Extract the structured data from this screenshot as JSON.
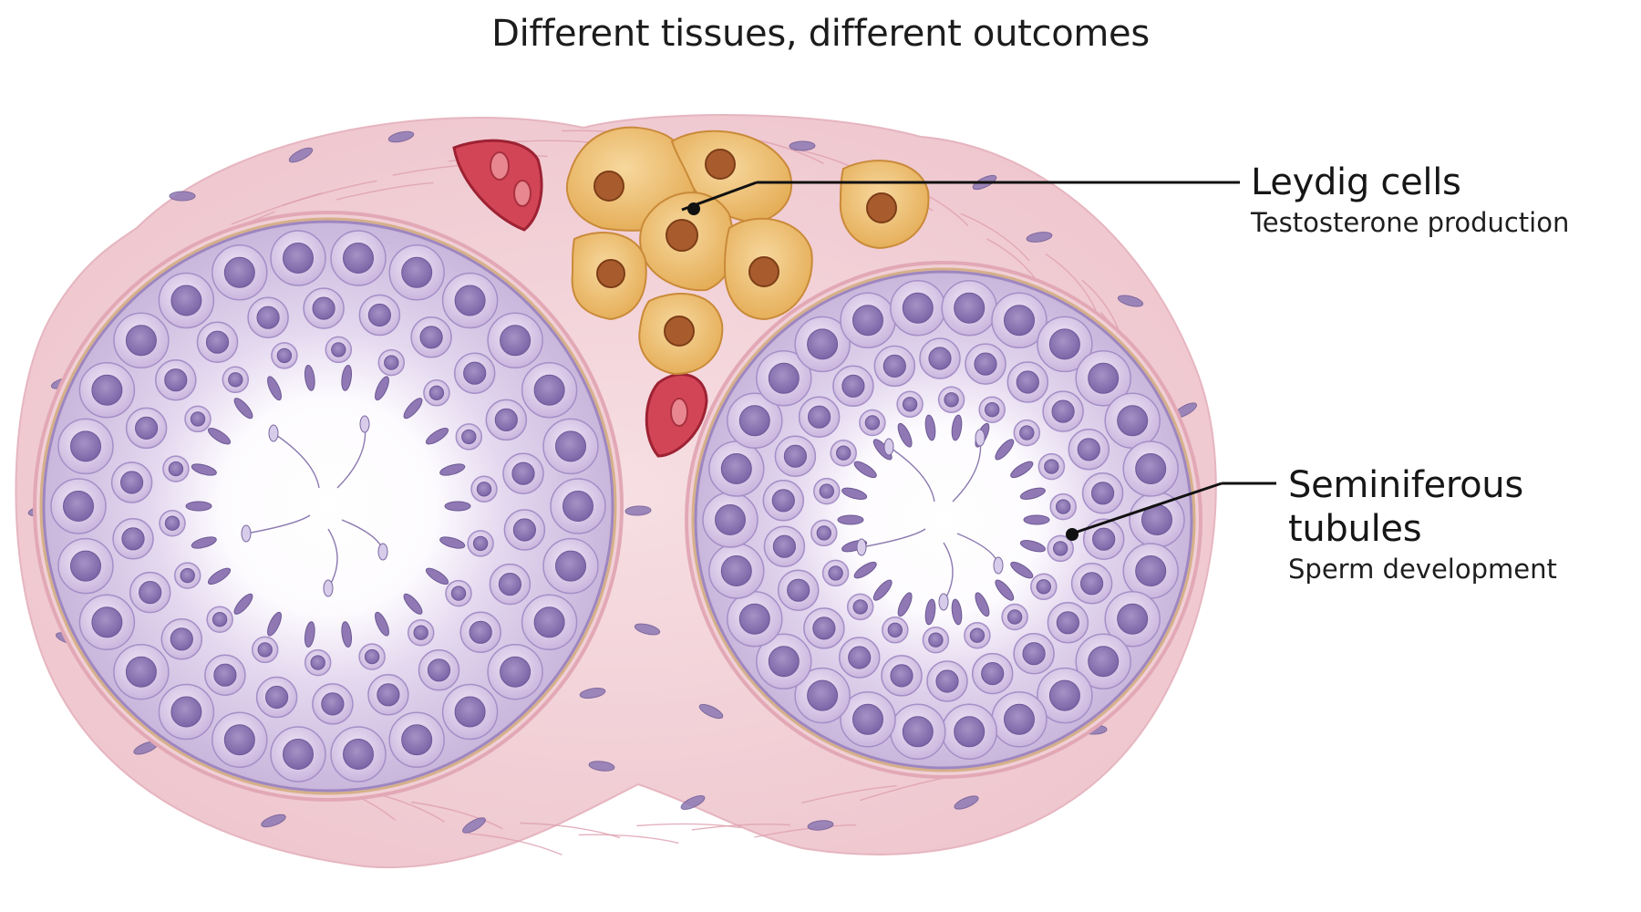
{
  "title": "Different tissues, different outcomes",
  "labels": {
    "leydig": {
      "name": "Leydig cells",
      "description": "Testosterone production"
    },
    "tubules": {
      "name": "Seminiferous tubules",
      "description": "Sperm development"
    }
  },
  "colors": {
    "connective_tissue": "#f2d3d9",
    "fiber": "#d99aaa",
    "tubule_epithelium": "#cbb9dd",
    "cell_nucleus": "#8f78b4",
    "lumen": "#ffffff",
    "basement_membrane": "#d8b38a",
    "leydig_cytoplasm": "#edbf6c",
    "leydig_nucleus": "#a75b2e",
    "blood_vessel": "#cc3d4f",
    "leader_line": "#111111"
  },
  "icons": {
    "tissue": "seminiferous-tubule-cross-section-illustration",
    "leydig": "leydig-cell-cluster-illustration",
    "vessel": "blood-vessel-illustration"
  }
}
